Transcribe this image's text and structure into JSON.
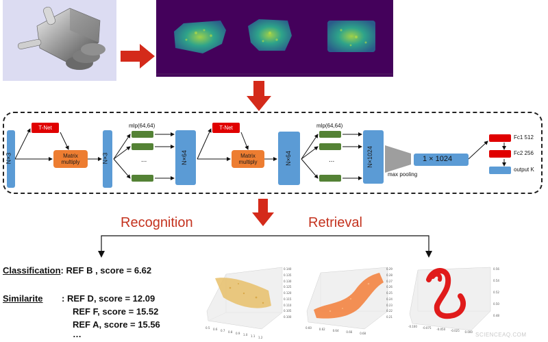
{
  "pipeline": {
    "network": {
      "input_block": "N×3",
      "tnet_1": "T-Net",
      "matrix_multiply_1": "Matrix multiply",
      "after_transform_block": "N×3",
      "mlp_1": "mlp(64,64)",
      "ellipsis_1": "...",
      "features_block": "N×64",
      "tnet_2": "T-Net",
      "matrix_multiply_2": "Matrix multiply",
      "after_transform_block_2": "N×64",
      "mlp_2": "mlp(64,64)",
      "ellipsis_2": "...",
      "high_dim_block": "N×1024",
      "max_pooling": "max pooling",
      "global_feature": "1 × 1024",
      "fc1": "Fc1 512",
      "fc2": "Fc2  256",
      "output": "output K"
    },
    "tasks": {
      "recognition": "Recognition",
      "retrieval": "Retrieval"
    }
  },
  "results": {
    "classification_label": "Classification",
    "classification_value": ": REF B , score = 6.62",
    "similarity_label": "Similarite",
    "similarity_first": ": REF D, score = 12.09",
    "similarity_items": [
      "REF F, score = 15.52",
      "REF A, score = 15.56"
    ],
    "more": "…"
  },
  "plots": [
    {
      "name": "plot-yellow",
      "color": "#e8c06a",
      "x_ticks": [
        "0.5",
        "0.6",
        "0.7",
        "0.8",
        "0.9",
        "1.0",
        "1.1",
        "1.2"
      ],
      "z_ticks": [
        "0.140",
        "0.135",
        "0.130",
        "0.125",
        "0.120",
        "0.115",
        "0.110",
        "0.105",
        "0.100"
      ]
    },
    {
      "name": "plot-orange",
      "color": "#f2813d",
      "x_ticks": [
        "0.60",
        "0.62",
        "0.64",
        "0.66",
        "0.68"
      ],
      "z_ticks": [
        "0.29",
        "0.28",
        "0.27",
        "0.26",
        "0.25",
        "0.24",
        "0.23",
        "0.22",
        "0.21"
      ]
    },
    {
      "name": "plot-red",
      "color": "#e01b1b",
      "x_ticks": [
        "-0.100",
        "-0.075",
        "-0.050",
        "-0.025",
        "0.000"
      ],
      "z_ticks": [
        "0.56",
        "0.54",
        "0.52",
        "0.50",
        "0.48"
      ]
    }
  ],
  "watermark": "SCIENCEAQ.COM",
  "colors": {
    "red_arrow": "#d42a1a",
    "blue_block": "#5b9bd5",
    "red_block": "#e00000",
    "orange_block": "#ed7d31",
    "green_block": "#548235",
    "heatmap_bg": "#44015b",
    "title_red": "#c4321e"
  }
}
